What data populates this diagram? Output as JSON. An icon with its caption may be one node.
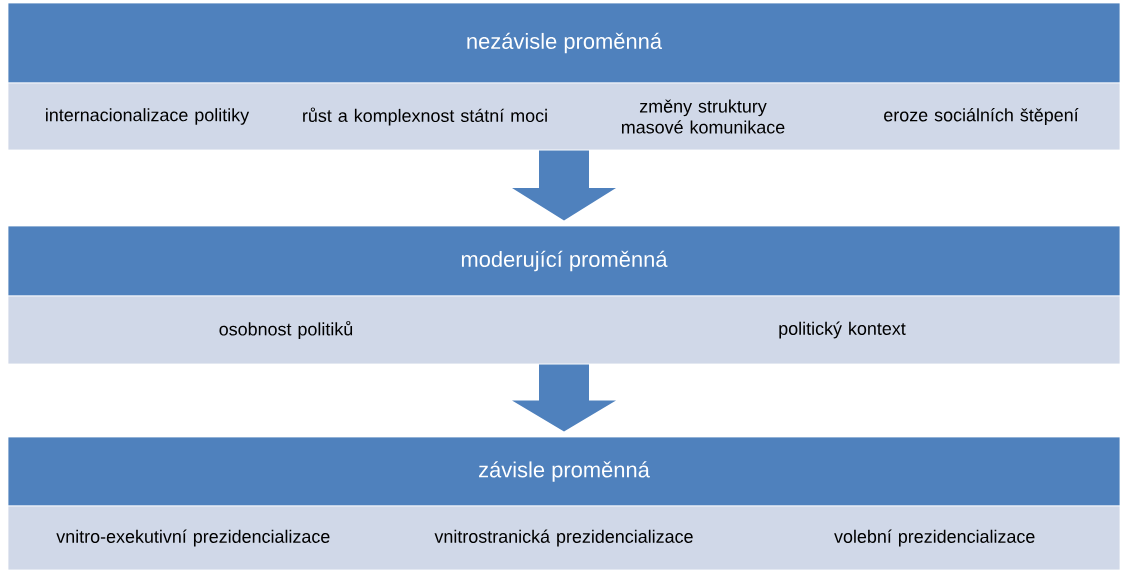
{
  "diagram": {
    "nodes": [
      {
        "text": [
          "nezávisle proměnná"
        ]
      },
      {
        "text": [
          "internacionalizace politiky",
          "růst a komplexnost státní moci",
          "změny struktury masové komunikace",
          "eroze sociálních štěpení"
        ]
      },
      {
        "text": [
          "moderující proměnná"
        ]
      },
      {
        "text": [
          "osobnost politiků",
          "politický kontext"
        ]
      },
      {
        "text": [
          "závisle proměnná"
        ]
      },
      {
        "text": [
          "vnitro-exekutivní prezidencializace",
          "vnitrostranická prezidencializace",
          "volební prezidencializace"
        ]
      }
    ],
    "edges": [
      {
        "from": 1,
        "to": 2,
        "arrow": "to"
      },
      {
        "from": 3,
        "to": 4,
        "arrow": "to"
      }
    ]
  }
}
